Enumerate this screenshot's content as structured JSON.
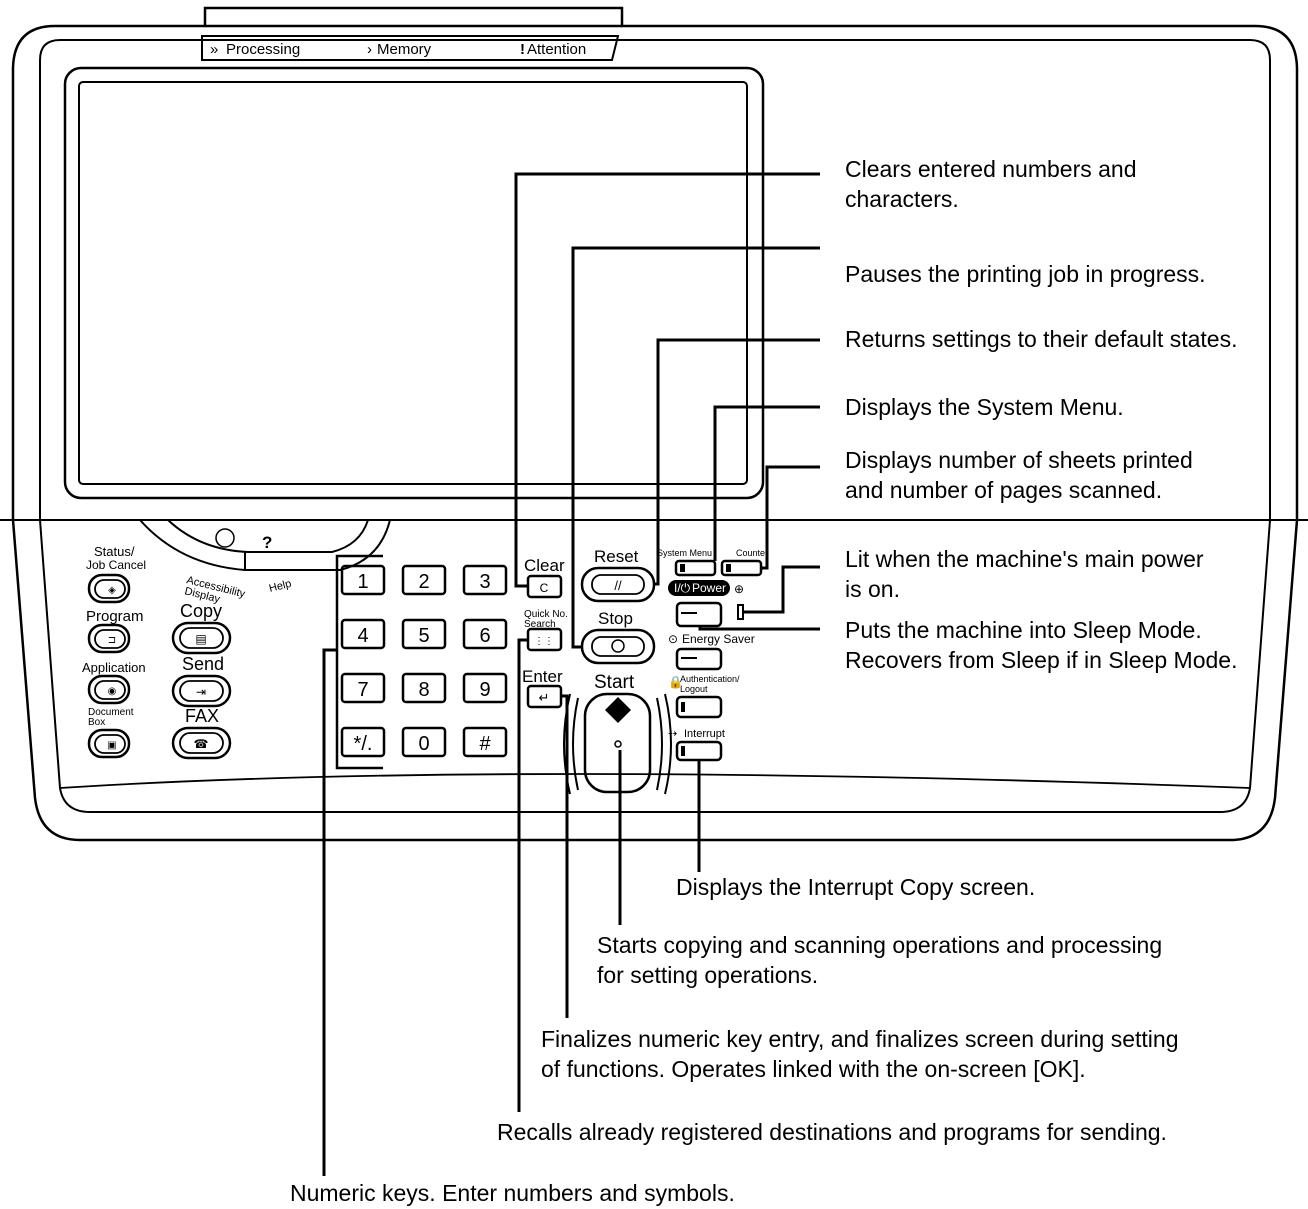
{
  "status_bar": {
    "processing": "Processing",
    "memory": "Memory",
    "attention": "Attention"
  },
  "left_keys": {
    "status_job_cancel": [
      "Status/",
      "Job Cancel"
    ],
    "program": "Program",
    "application": "Application",
    "document_box": [
      "Document",
      "Box"
    ],
    "copy": "Copy",
    "send": "Send",
    "fax": "FAX",
    "accessibility_display": [
      "Accessibility",
      "Display"
    ],
    "help": "Help",
    "accessibility_symbol": " ",
    "help_symbol": "?"
  },
  "numpad": [
    "1",
    "2",
    "3",
    "4",
    "5",
    "6",
    "7",
    "8",
    "9",
    "*/.",
    "0",
    "#"
  ],
  "right_keys": {
    "clear": "Clear",
    "clear_key": "C",
    "quick_no_search": [
      "Quick No.",
      "Search"
    ],
    "enter": "Enter",
    "reset": "Reset",
    "stop": "Stop",
    "start": "Start",
    "system_menu": "System Menu",
    "counter": "Counter",
    "power": "Power",
    "energy_saver": "Energy Saver",
    "authentication_logout": [
      "Authentication/",
      "Logout"
    ],
    "interrupt": "Interrupt"
  },
  "callouts": {
    "clear": [
      "Clears entered numbers and",
      "characters."
    ],
    "stop": [
      "Pauses the printing job in progress."
    ],
    "reset": [
      "Returns settings to their default states."
    ],
    "system_menu": [
      "Displays the System Menu."
    ],
    "counter": [
      "Displays number of sheets printed",
      "and number of pages scanned."
    ],
    "main_power": [
      "Lit when the machine's main power",
      "is on."
    ],
    "power": [
      "Puts the machine into Sleep Mode.",
      "Recovers from Sleep if in Sleep Mode."
    ],
    "interrupt": [
      "Displays the Interrupt Copy screen."
    ],
    "start": [
      "Starts copying and scanning operations and processing",
      "for setting operations."
    ],
    "enter": [
      "Finalizes numeric key entry, and finalizes screen during setting",
      "of functions. Operates linked with the on-screen [OK]."
    ],
    "quick_no": [
      "Recalls already registered destinations and programs for sending."
    ],
    "numeric": [
      "Numeric keys. Enter numbers and symbols."
    ]
  }
}
